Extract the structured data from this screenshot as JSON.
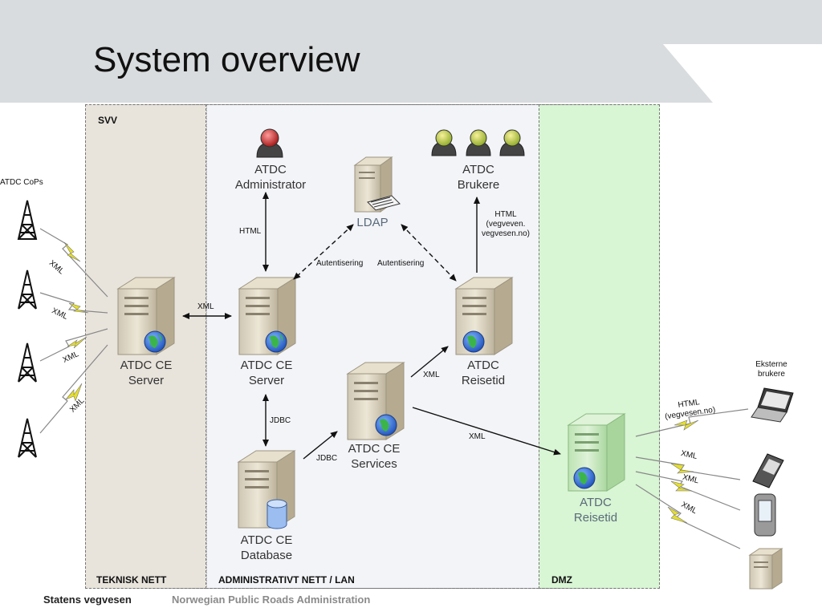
{
  "title": "System overview",
  "zones": {
    "svv": "SVV",
    "teknisk": "TEKNISK NETT",
    "admin": "ADMINISTRATIVT NETT / LAN",
    "dmz": "DMZ"
  },
  "nodes": {
    "cops": "ATDC CoPs",
    "server_left": "ATDC CE\nServer",
    "server_mid": "ATDC CE\nServer",
    "admin": "ATDC\nAdministrator",
    "ldap": "LDAP",
    "brukere": "ATDC\nBrukere",
    "reisetid_admin": "ATDC\nReisetid",
    "services": "ATDC CE\nServices",
    "database": "ATDC CE\nDatabase",
    "reisetid_dmz": "ATDC\nReisetid",
    "eksterne": "Eksterne\nbrukere"
  },
  "connections": {
    "xml": "XML",
    "html": "HTML",
    "jdbc": "JDBC",
    "autentisering": "Autentisering",
    "html_vegvesen": "HTML\n(vegveven.\nvegvesen.no)",
    "html_ext": "HTML\n(vegvesen.no)"
  },
  "footer": {
    "brand": "Statens vegvesen",
    "subtitle": "Norwegian Public Roads Administration"
  }
}
